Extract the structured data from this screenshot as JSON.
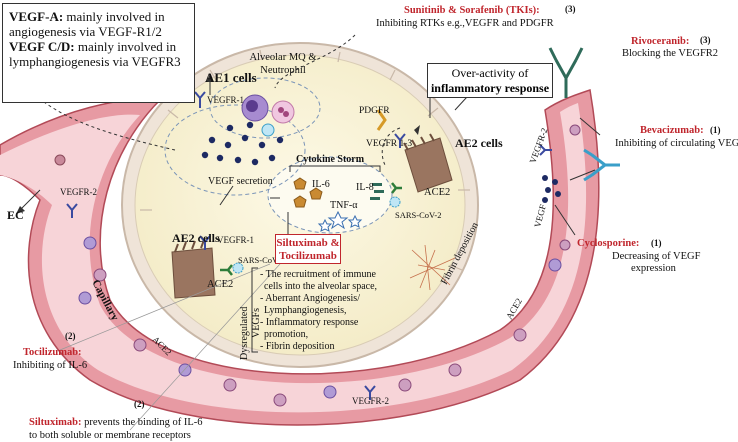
{
  "legend": {
    "vegfa_title": "VEGF-A:",
    "vegfa_text": " mainly involved in angiogenesis via VEGF-R1/2",
    "vegfcd_title": "VEGF C/D:",
    "vegfcd_text": " mainly involved in lymphangiogenesis via VEGFR3"
  },
  "labels": {
    "ae1": "AE1 cells",
    "ae2_left": "AE2 cells",
    "ae2_right": "AE2 cells",
    "alveolar_mq": "Alveolar MQ &",
    "neutrophil": "Neutrophil",
    "vegfr1_top": "VEGFR-1",
    "vegfr1_left": "VEGFR-1",
    "vegfr13": "VEGFR 1-3",
    "pdgfr": "PDGFR",
    "vegf_secretion": "VEGF secretion",
    "cytokine_storm": "Cytokine Storm",
    "il6": "IL-6",
    "il8": "IL-8",
    "tnfa": "TNF-α",
    "sars_left": "SARS-CoV-2",
    "sars_right": "SARS-CoV-2",
    "ace2_left": "ACE2",
    "ace2_right": "ACE2",
    "ace2_cap": "ACE2",
    "ace2_right_vessel": "ACE2",
    "ec": "EC",
    "vegfr2_left": "VEGFR-2",
    "vegfr2_right": "VEGFR-2",
    "vegfr2_bottom": "VEGFR-2",
    "vegf_right": "VEGF",
    "capillary": "Capillary",
    "fibrin": "Fibrin deposition",
    "dysregulated_1": "Dysregulated",
    "dysregulated_2": "VEGFs"
  },
  "over_activity": {
    "line1": "Over-activity of",
    "line2": "inflammatory response"
  },
  "siltuximab_box": {
    "line1": "Siltuximab &",
    "line2": "Tocilizumab"
  },
  "effects": [
    "- The recruitment of immune",
    "cells into the alveolar space,",
    "- Aberrant Angiogenesis/",
    "Lymphangiogenesis,",
    "- Inflammatory response",
    "promotion,",
    "- Fibrin deposition"
  ],
  "drugs": {
    "sunitinib_name": "Sunitinib & Sorafenib (TKIs):",
    "sunitinib_ref": "(3)",
    "sunitinib_desc": "Inhibiting RTKs e.g.,VEGFR and PDGFR",
    "rivoceranib_name": "Rivoceranib:",
    "rivoceranib_ref": "(3)",
    "rivoceranib_desc": "Blocking the VEGFR2",
    "bevacizumab_name": "Bevacizumab:",
    "bevacizumab_ref": "(1)",
    "bevacizumab_desc": "Inhibiting of circulating VEGF",
    "cyclosporine_name": "Cyclosporine:",
    "cyclosporine_ref": "(1)",
    "cyclosporine_desc1": "Decreasing of VEGF",
    "cyclosporine_desc2": "expression",
    "tocilizumab_ref": "(2)",
    "tocilizumab_name": "Tocilizumab:",
    "tocilizumab_desc": "Inhibiting of IL-6",
    "siltuximab_ref": "(2)",
    "siltuximab_name": "Siltuximab:",
    "siltuximab_desc1": " prevents the binding of IL-6",
    "siltuximab_desc2": "to both soluble or membrane receptors"
  },
  "colors": {
    "accent_red": "#c0262d",
    "vessel": "#e7a3ab",
    "vessel_inner": "#f3c9cd",
    "alveolus": "#fbf6df",
    "vegf_dot": "#1d2a63",
    "antibody_green": "#2f6b5a",
    "antibody_blue": "#3a9fc9"
  }
}
